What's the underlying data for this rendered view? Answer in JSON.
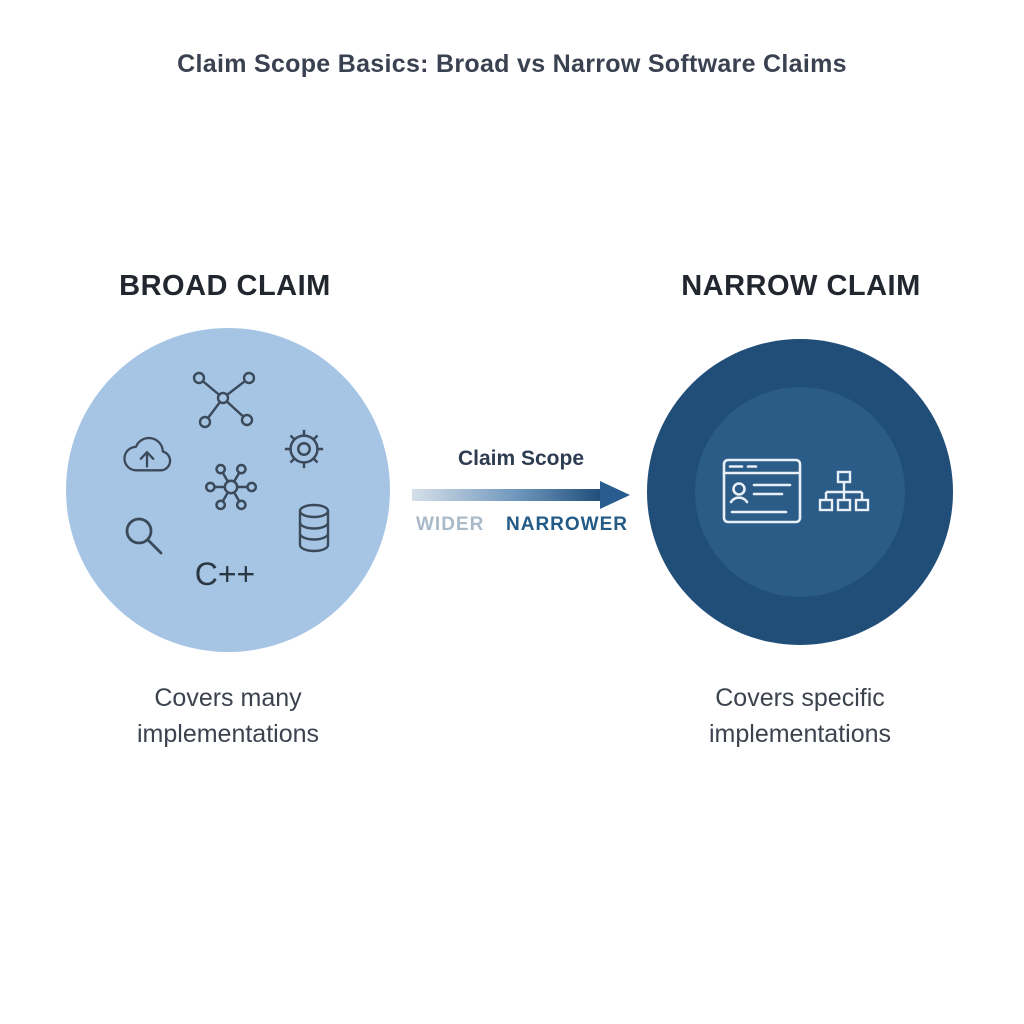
{
  "title": "Claim Scope Basics: Broad vs Narrow Software Claims",
  "broad": {
    "heading": "BROAD CLAIM",
    "caption_line1": "Covers many",
    "caption_line2": "implementations",
    "code_label": "C++",
    "icons": [
      "network-graph-icon",
      "gear-icon",
      "cloud-upload-icon",
      "hub-icon",
      "database-icon",
      "search-icon"
    ],
    "circle_color": "#a6c5e4",
    "icon_color": "#3b4a5a"
  },
  "narrow": {
    "heading": "NARROW CLAIM",
    "caption_line1": "Covers specific",
    "caption_line2": "implementations",
    "icons": [
      "browser-profile-icon",
      "sitemap-icon"
    ],
    "circle_color": "#204e78",
    "inner_circle_color": "#2b5b87",
    "icon_color": "#e9eff6"
  },
  "arrow": {
    "label": "Claim Scope",
    "left_label": "WIDER",
    "right_label": "NARROWER",
    "gradient_start": "#d6dfe9",
    "gradient_end": "#1f4e79"
  },
  "colors": {
    "background": "#ffffff",
    "title_text": "#3a4150",
    "heading_text": "#22262e",
    "caption_text": "#3c424e",
    "wider_text": "#a9bac9",
    "narrower_text": "#235a86"
  }
}
